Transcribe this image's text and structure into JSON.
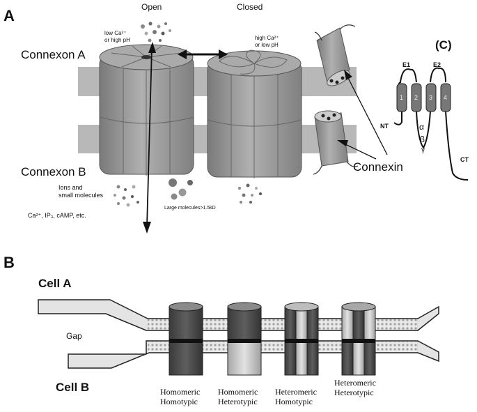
{
  "panel_a": {
    "label": "A",
    "open": "Open",
    "closed": "Closed",
    "low_ca_line1": "low Ca²⁺",
    "low_ca_line2": "or high pH",
    "high_ca_line1": "high Ca²⁺",
    "high_ca_line2": "or low pH",
    "connexon_a": "Connexon A",
    "connexon_b": "Connexon B",
    "ions_line1": "Ions and",
    "ions_line2": "small  molecules",
    "ca_ip3": "Ca²⁺, IP₃, cAMP, etc.",
    "large_molecules": "Large molecules>1.5kD",
    "connexin": "Connexin"
  },
  "panel_c": {
    "label": "(C)",
    "e1": "E1",
    "e2": "E2",
    "nt": "NT",
    "ct": "CT",
    "alpha": "α",
    "beta": "β",
    "gamma": "γ",
    "tm1": "1",
    "tm2": "2",
    "tm3": "3",
    "tm4": "4"
  },
  "panel_b": {
    "label": "B",
    "cell_a": "Cell A",
    "cell_b": "Cell B",
    "gap": "Gap",
    "types": [
      {
        "line1": "Homomeric",
        "line2": "Homotypic"
      },
      {
        "line1": "Homomeric",
        "line2": "Heterotypic"
      },
      {
        "line1": "Heteromeric",
        "line2": "Homotypic"
      },
      {
        "line1": "Heteromeric",
        "line2": "Heterotypic"
      }
    ]
  },
  "colors": {
    "membrane": "#b8b8b8",
    "cylinder": "#9e9e9e",
    "dark_connexin": "#4a4a4a",
    "light_connexin": "#c8c8c8"
  }
}
